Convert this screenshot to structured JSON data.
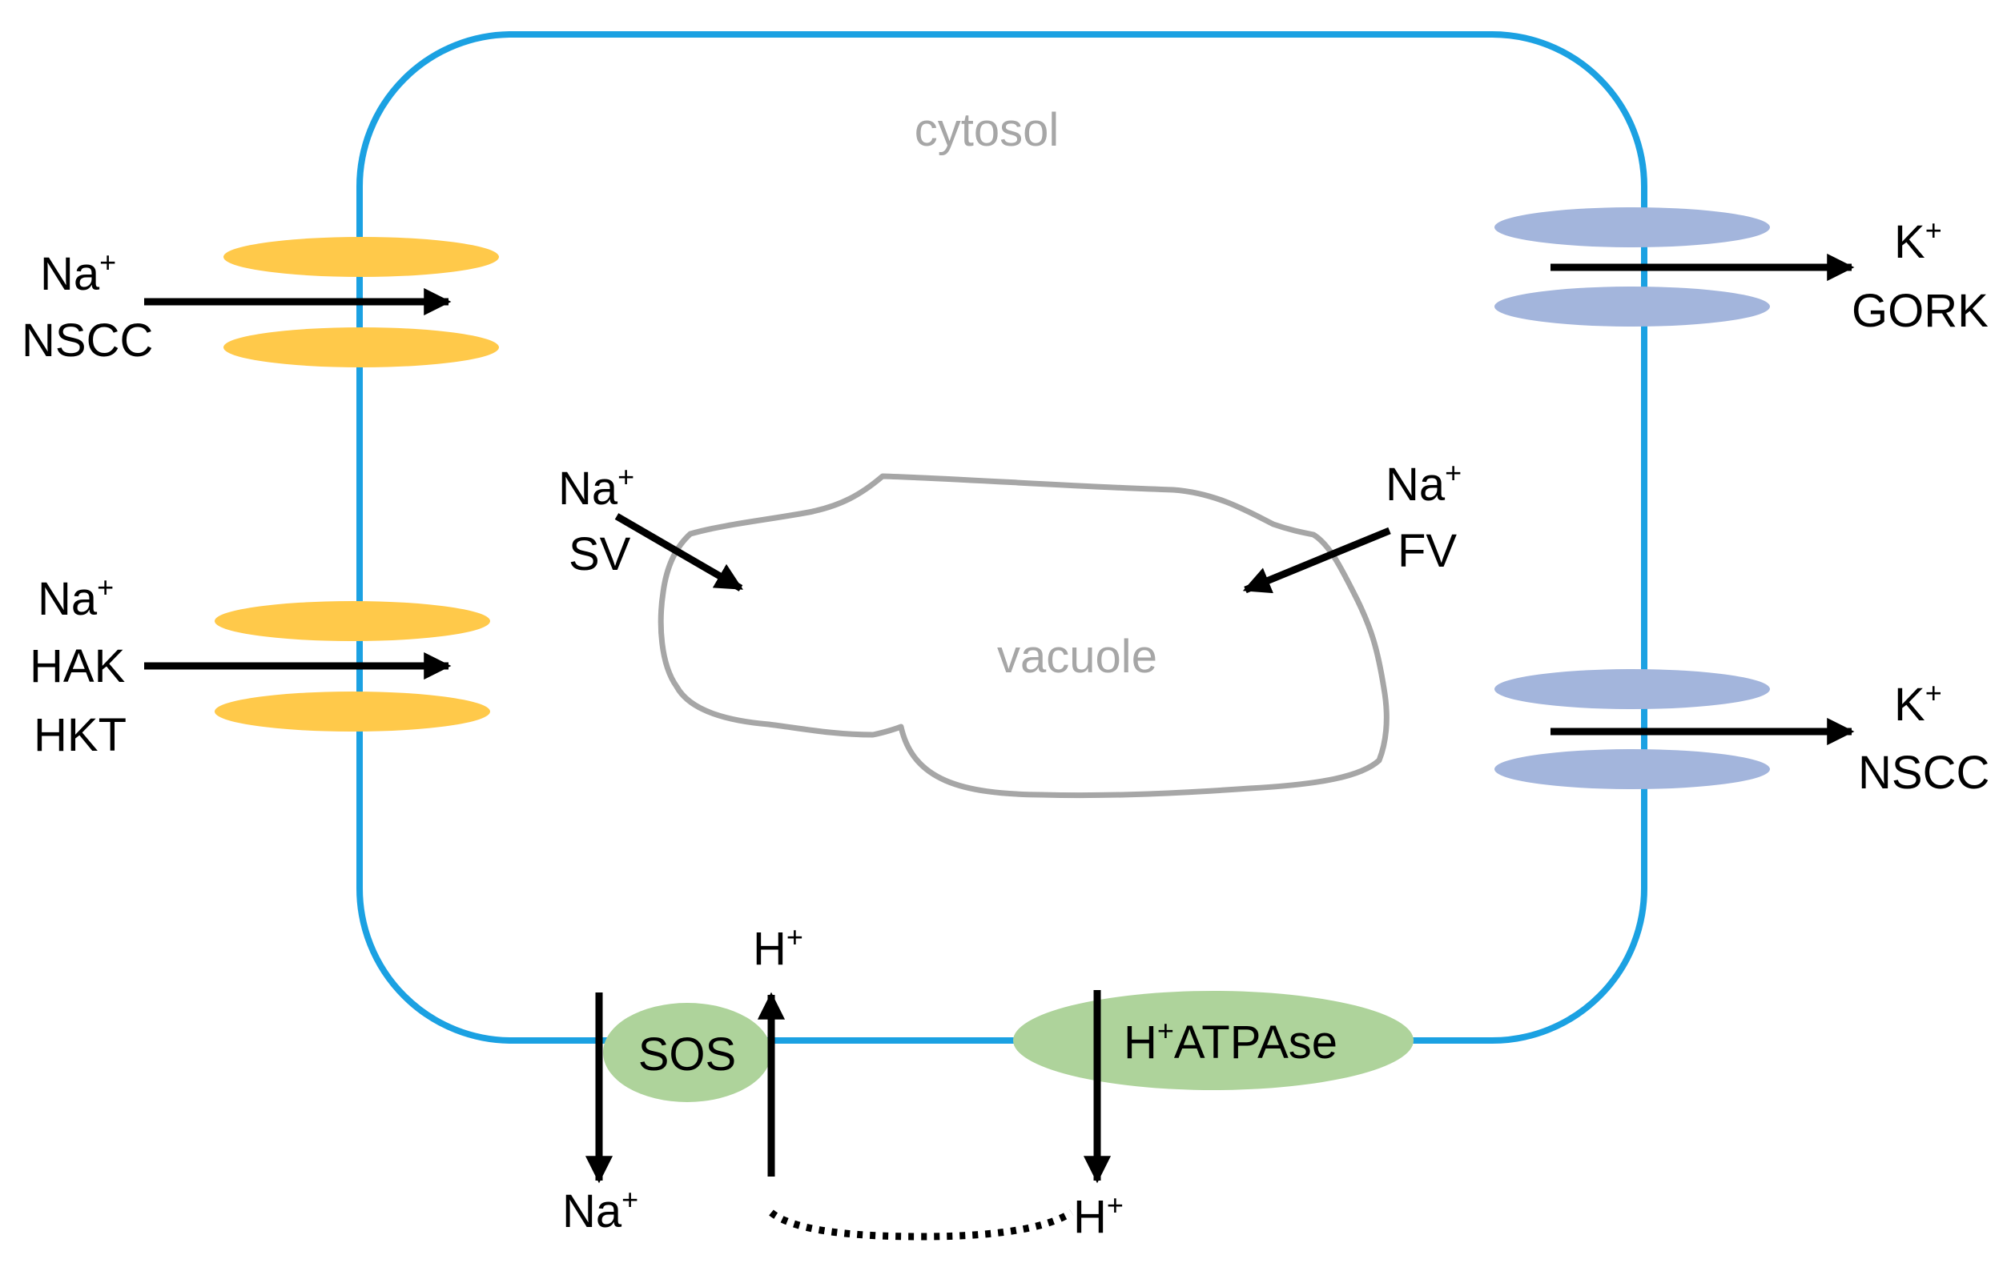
{
  "colors": {
    "membrane": "#1BA1E2",
    "vacuole_outline": "#A6A6A6",
    "region_label": "#A6A6A6",
    "influx_channel": "#FFC94A",
    "efflux_channel": "#A3B5DC",
    "pump": "#AED39B",
    "arrow": "#000000"
  },
  "regions": {
    "cytosol": "cytosol",
    "vacuole": "vacuole"
  },
  "influx": {
    "nscc": {
      "ion": "Na",
      "charge": "+",
      "name": "NSCC"
    },
    "hak_hkt": {
      "ion": "Na",
      "charge": "+",
      "name1": "HAK",
      "name2": "HKT"
    }
  },
  "efflux": {
    "gork": {
      "ion": "K",
      "charge": "+",
      "name": "GORK"
    },
    "nscc": {
      "ion": "K",
      "charge": "+",
      "name": "NSCC"
    }
  },
  "tonoplast": {
    "sv": {
      "ion": "Na",
      "charge": "+",
      "name": "SV"
    },
    "fv": {
      "ion": "Na",
      "charge": "+",
      "name": "FV"
    }
  },
  "bottom": {
    "sos": {
      "name": "SOS",
      "na_ion": "Na",
      "na_charge": "+",
      "h_ion": "H",
      "h_charge": "+"
    },
    "atpase": {
      "prefix": "H",
      "charge": "+",
      "suffix": "ATPAse",
      "h_ion": "H",
      "h_charge": "+"
    }
  }
}
